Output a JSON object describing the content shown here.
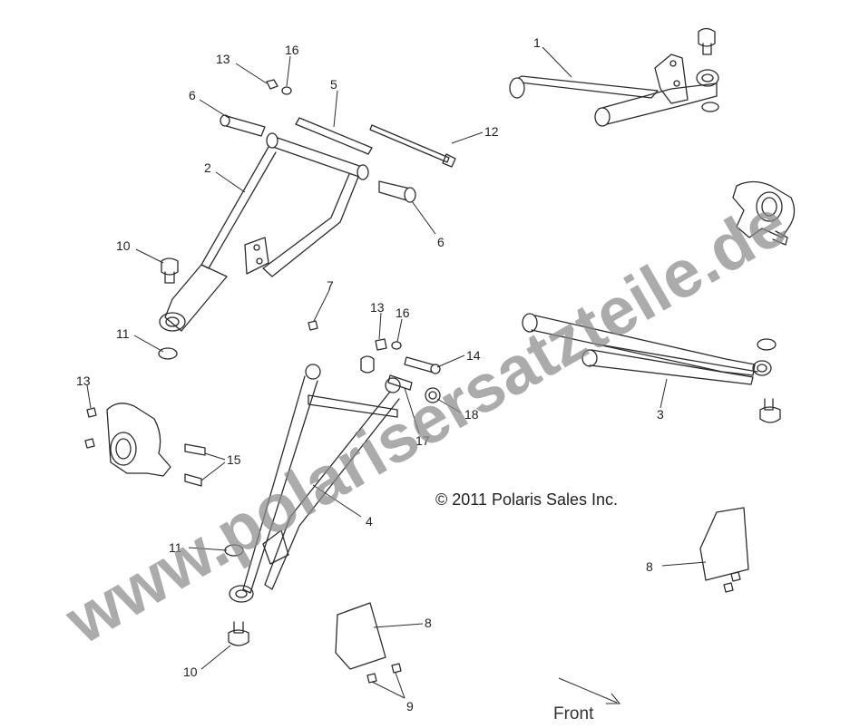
{
  "copyright": "© 2011 Polaris Sales Inc.",
  "direction_label": "Front",
  "watermark": "www.polarisersatzteile.de",
  "callouts": [
    "1",
    "2",
    "3",
    "4",
    "5",
    "6",
    "6",
    "7",
    "8",
    "8",
    "9",
    "10",
    "10",
    "11",
    "11",
    "12",
    "13",
    "13",
    "13",
    "14",
    "15",
    "16",
    "16",
    "17",
    "18"
  ],
  "colors": {
    "line": "#2b2b2b",
    "watermark": "#8a8a8a"
  }
}
